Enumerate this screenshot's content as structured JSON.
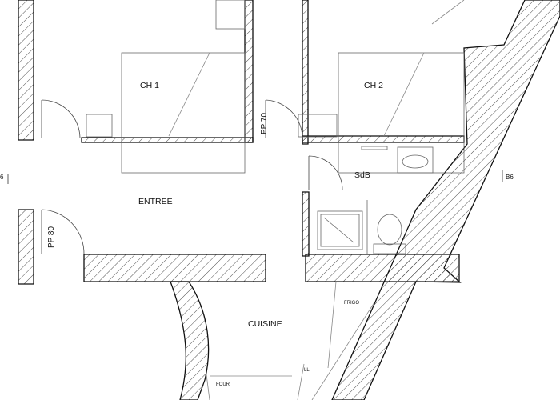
{
  "plan": {
    "rooms": {
      "ch1": "CH 1",
      "ch2": "CH 2",
      "entree": "ENTREE",
      "sdb": "SdB",
      "cuisine": "CUISINE"
    },
    "doors": {
      "pp70": "PP 70",
      "pp80": "PP 80"
    },
    "fixtures": {
      "frigo": "FRIGO",
      "four": "FOUR",
      "ll": "LL"
    },
    "section_marks": {
      "left": "6",
      "right": "B6"
    }
  }
}
